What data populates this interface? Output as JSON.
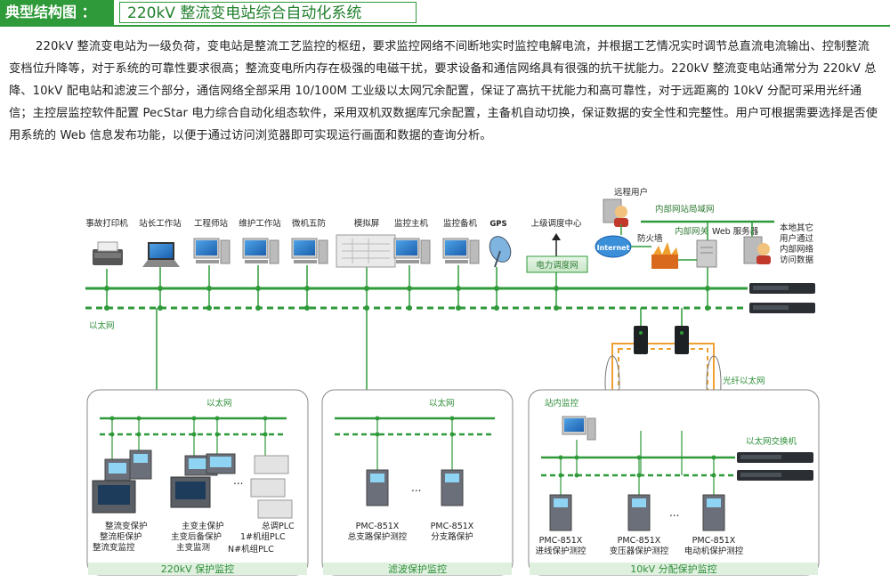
{
  "header": {
    "label": "典型结构图 ：",
    "title": "220kV 整流变电站综合自动化系统"
  },
  "intro": "220kV 整流变电站为一级负荷，变电站是整流工艺监控的枢纽，要求监控网络不间断地实时监控电解电流，并根据工艺情况实时调节总直流电流输出、控制整流变档位升降等，对于系统的可靠性要求很高；整流变电所内存在极强的电磁干扰，要求设备和通信网络具有很强的抗干扰能力。220kV 整流变电站通常分为 220kV 总降、10kV 配电站和滤波三个部分，通信网络全部采用 10/100M 工业级以太网冗余配置，保证了高抗干扰能力和高可靠性，对于远距离的 10kV 分配可采用光纤通信；主控层监控软件配置 PecStar 电力综合自动化组态软件，采用双机双数据库冗余配置，主备机自动切换，保证数据的安全性和完整性。用户可根据需要选择是否使用系统的 Web 信息发布功能，以便于通过访问浏览器即可实现运行画面和数据的查询分析。",
  "top_devices": [
    {
      "label": "事故打印机",
      "icon": "printer-icon"
    },
    {
      "label": "站长工作站",
      "icon": "laptop-icon"
    },
    {
      "label": "工程师站",
      "icon": "computer-icon"
    },
    {
      "label": "维护工作站",
      "icon": "computer-icon"
    },
    {
      "label": "微机五防",
      "icon": "computer-icon"
    },
    {
      "label": "模拟屏",
      "icon": "mimic-panel-icon"
    },
    {
      "label": "监控主机",
      "icon": "computer-icon"
    },
    {
      "label": "监控备机",
      "icon": "computer-icon"
    },
    {
      "label": "GPS",
      "icon": "satellite-dish-icon"
    },
    {
      "label": "上级调度中心",
      "icon": "arrow-up-icon"
    }
  ],
  "dispatch_network": "电力调度网",
  "remote": {
    "remote_user": "远程用户",
    "internet": "Internet",
    "firewall": "防火墙",
    "lan": "内部网站局域网",
    "gateway": "内部网关",
    "web_server": "Web 服务器",
    "local_users": [
      "本地其它",
      "用户通过",
      "内部网络",
      "访问数据"
    ]
  },
  "ethernet_label": "以太网",
  "fiber_label": "光纤以太网",
  "switch_label": "以太网交换机",
  "box_220": {
    "net": "以太网",
    "dots": "...",
    "labels": [
      "整流变保护",
      "整流柜保护",
      "整流变监控",
      "主变主保护",
      "主变后备保护",
      "主变监测",
      "总调PLC",
      "1#机组PLC",
      "N#机组PLC"
    ],
    "title": "220kV 保护监控"
  },
  "box_filter": {
    "net": "以太网",
    "dots": "...",
    "dev1": [
      "PMC-851X",
      "总支路保护测控"
    ],
    "dev2": [
      "PMC-851X",
      "分支路保护"
    ],
    "title": "滤波保护监控"
  },
  "box_10kv": {
    "station": "站内监控",
    "dots": "...",
    "dev1": [
      "PMC-851X",
      "进线保护测控"
    ],
    "dev2": [
      "PMC-851X",
      "变压器保护测控"
    ],
    "dev3": [
      "PMC-851X",
      "电动机保护测控"
    ],
    "title": "10kV 分配保护监控"
  },
  "colors": {
    "green": "#2f9a3a",
    "light_green": "#dff0df",
    "fiber": "#f0a030"
  }
}
